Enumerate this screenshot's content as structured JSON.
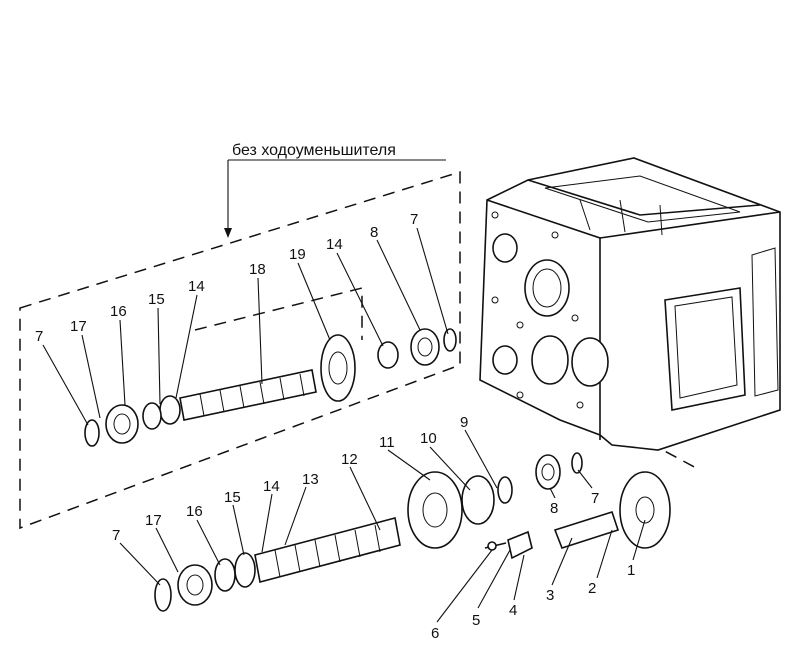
{
  "caption": "без ходоуменьшителя",
  "callouts": {
    "p1": "1",
    "p2": "2",
    "p3": "3",
    "p4": "4",
    "p5": "5",
    "p6": "6",
    "p7a": "7",
    "p7b": "7",
    "p7c": "7",
    "p7d": "7",
    "p8a": "8",
    "p8b": "8",
    "p9": "9",
    "p10": "10",
    "p11": "11",
    "p12": "12",
    "p13": "13",
    "p14a": "14",
    "p14b": "14",
    "p14c": "14",
    "p15a": "15",
    "p15b": "15",
    "p16a": "16",
    "p16b": "16",
    "p17a": "17",
    "p17b": "17",
    "p18": "18",
    "p19": "19"
  }
}
